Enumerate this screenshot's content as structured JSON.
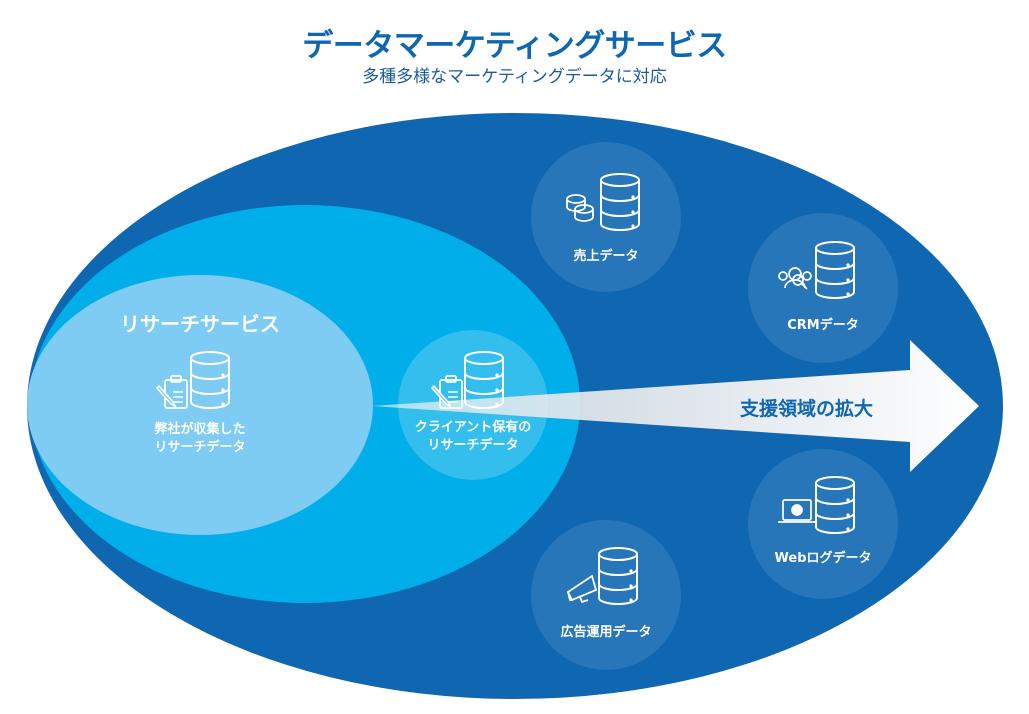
{
  "header": {
    "title": "データマーケティングサービス",
    "subtitle": "多種多様なマーケティングデータに対応"
  },
  "colors": {
    "outer_ellipse": "#0F67B1",
    "middle_ellipse": "#00AEEA",
    "inner_ellipse": "#7ECBF3",
    "node_circle": "#FFFFFF",
    "arrow": "#FFFFFF",
    "title": "#0F67B1"
  },
  "research_service": {
    "title": "リサーチサービス",
    "own_data": {
      "line1": "弊社が収集した",
      "line2": "リサーチデータ",
      "icon": "clipboard-database-icon"
    }
  },
  "client_data": {
    "line1": "クライアント保有の",
    "line2": "リサーチデータ",
    "icon": "clipboard-database-icon"
  },
  "data_nodes": [
    {
      "label": "売上データ",
      "icon": "coins-database-icon"
    },
    {
      "label": "CRMデータ",
      "icon": "customers-search-database-icon"
    },
    {
      "label": "Webログデータ",
      "icon": "laptop-database-icon"
    },
    {
      "label": "広告運用データ",
      "icon": "megaphone-database-icon"
    }
  ],
  "arrow": {
    "label": "支援領域の拡大"
  }
}
